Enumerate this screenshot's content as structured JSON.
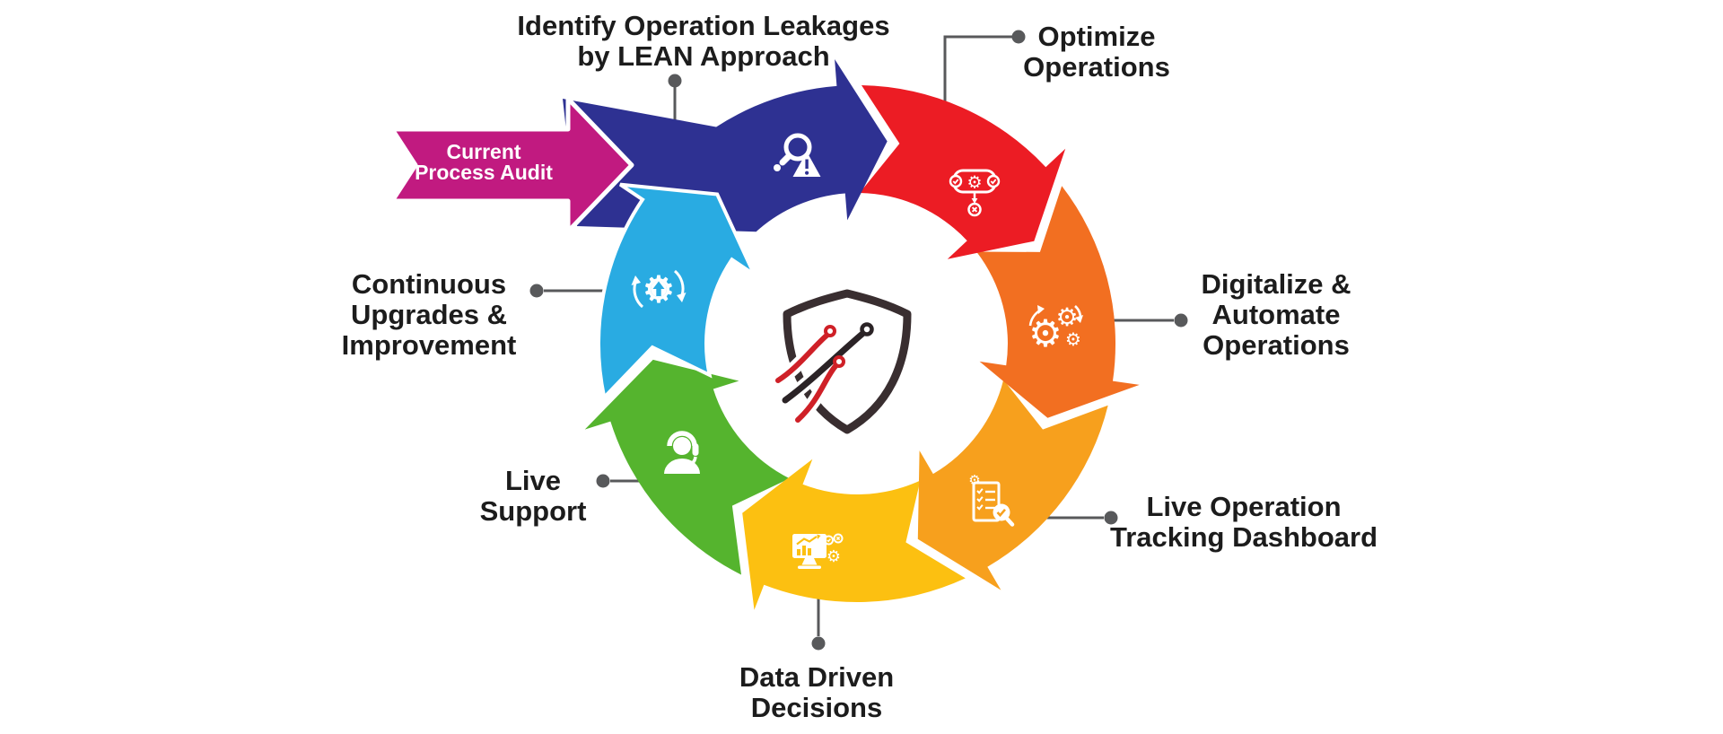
{
  "diagram": {
    "background_color": "#ffffff",
    "connector_color": "#58595b",
    "text_color": "#1c1c1c",
    "entry": {
      "label_lines": [
        "Current",
        "Process Audit"
      ],
      "color": "#c11a80",
      "text_color": "#ffffff",
      "icon": "banner-arrow"
    },
    "steps": [
      {
        "id": "identify",
        "label_lines": [
          "Identify Operation Leakages",
          "by LEAN Approach"
        ],
        "color": "#2e3192",
        "icon": "magnifier-alert-icon"
      },
      {
        "id": "optimize",
        "label_lines": [
          "Optimize",
          "Operations"
        ],
        "color": "#ec1c24",
        "icon": "process-check-flow-icon"
      },
      {
        "id": "digitalize",
        "label_lines": [
          "Digitalize &",
          "Automate",
          "Operations"
        ],
        "color": "#f26f21",
        "icon": "automation-gears-icon"
      },
      {
        "id": "dashboard",
        "label_lines": [
          "Live Operation",
          "Tracking Dashboard"
        ],
        "color": "#f7a01d",
        "icon": "audit-checklist-icon"
      },
      {
        "id": "data",
        "label_lines": [
          "Data Driven",
          "Decisions"
        ],
        "color": "#fcc011",
        "icon": "analytics-monitor-icon"
      },
      {
        "id": "support",
        "label_lines": [
          "Live",
          "Support"
        ],
        "color": "#55b42e",
        "icon": "headset-agent-icon"
      },
      {
        "id": "continuous",
        "label_lines": [
          "Continuous",
          "Upgrades &",
          "Improvement"
        ],
        "color": "#29abe2",
        "icon": "upgrade-cycle-icon"
      }
    ],
    "logo": {
      "name": "shield-circuit-logo",
      "outline_color": "#392e30",
      "accent_red": "#cf2027",
      "accent_dark": "#2b2326"
    }
  }
}
